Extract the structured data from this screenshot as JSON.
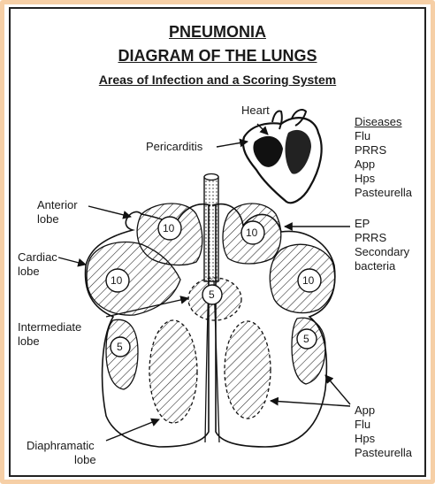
{
  "title_line1": "PNEUMONIA",
  "title_line2": "DIAGRAM OF THE LUNGS",
  "subtitle": "Areas of Infection and a Scoring System",
  "labels": {
    "heart": "Heart",
    "pericarditis": "Pericarditis",
    "anterior": [
      "Anterior",
      "lobe"
    ],
    "cardiac": [
      "Cardiac",
      "lobe"
    ],
    "intermediate": [
      "Intermediate",
      "lobe"
    ],
    "diaphragmatic": [
      "Diaphramatic",
      "lobe"
    ]
  },
  "scores": {
    "left_anterior": "10",
    "right_anterior": "10",
    "left_cardiac": "10",
    "right_cardiac": "10",
    "intermediate": "5",
    "left_lower": "5",
    "right_lower": "5"
  },
  "lists": {
    "diseases_header": "Diseases",
    "diseases": [
      "Flu",
      "PRRS",
      "App",
      "Hps",
      "Pasteurella"
    ],
    "cranial": [
      "EP",
      "PRRS",
      "Secondary",
      "bacteria"
    ],
    "caudal": [
      "App",
      "Flu",
      "Hps",
      "Pasteurella"
    ]
  },
  "colors": {
    "frame": "#f6cfa6",
    "ink": "#1a1a1a"
  }
}
